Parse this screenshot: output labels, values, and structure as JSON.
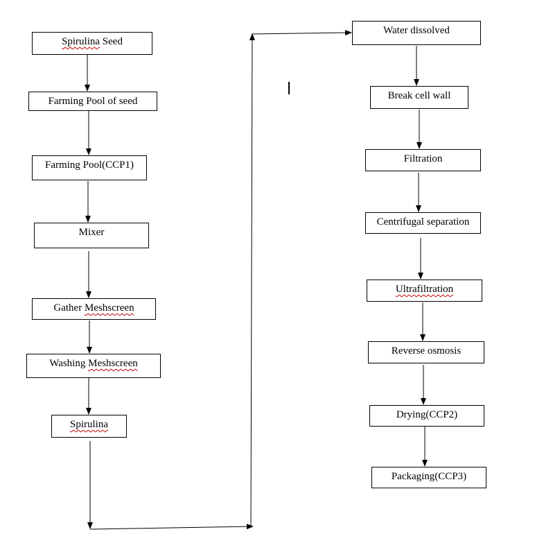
{
  "flowchart": {
    "left_column": [
      {
        "id": "spirulina-seed",
        "label": "Spirulina Seed",
        "squiggle": "Spirulina"
      },
      {
        "id": "farming-pool-of-seed",
        "label": "Farming Pool of seed",
        "squiggle": ""
      },
      {
        "id": "farming-pool-ccp1",
        "label": "Farming Pool(CCP1)",
        "squiggle": ""
      },
      {
        "id": "mixer",
        "label": "Mixer",
        "squiggle": ""
      },
      {
        "id": "gather-meshscreen",
        "label": "Gather Meshscreen",
        "squiggle": "Meshscreen"
      },
      {
        "id": "washing-meshscreen",
        "label": "Washing Meshscreen",
        "squiggle": "Meshscreen"
      },
      {
        "id": "spirulina",
        "label": "Spirulina",
        "squiggle": "Spirulina"
      }
    ],
    "right_column": [
      {
        "id": "water-dissolved",
        "label": "Water dissolved",
        "squiggle": ""
      },
      {
        "id": "break-cell-wall",
        "label": "Break cell wall",
        "squiggle": ""
      },
      {
        "id": "filtration",
        "label": "Filtration",
        "squiggle": ""
      },
      {
        "id": "centrifugal-separation",
        "label": "Centrifugal separation",
        "squiggle": ""
      },
      {
        "id": "ultrafiltration",
        "label": "Ultrafiltration",
        "squiggle": "Ultrafiltration"
      },
      {
        "id": "reverse-osmosis",
        "label": "Reverse osmosis",
        "squiggle": ""
      },
      {
        "id": "drying-ccp2",
        "label": "Drying(CCP2)",
        "squiggle": ""
      },
      {
        "id": "packaging-ccp3",
        "label": "Packaging(CCP3)",
        "squiggle": ""
      }
    ]
  },
  "colors": {
    "line": "#000000",
    "spellcheck_underline": "#c00000"
  }
}
